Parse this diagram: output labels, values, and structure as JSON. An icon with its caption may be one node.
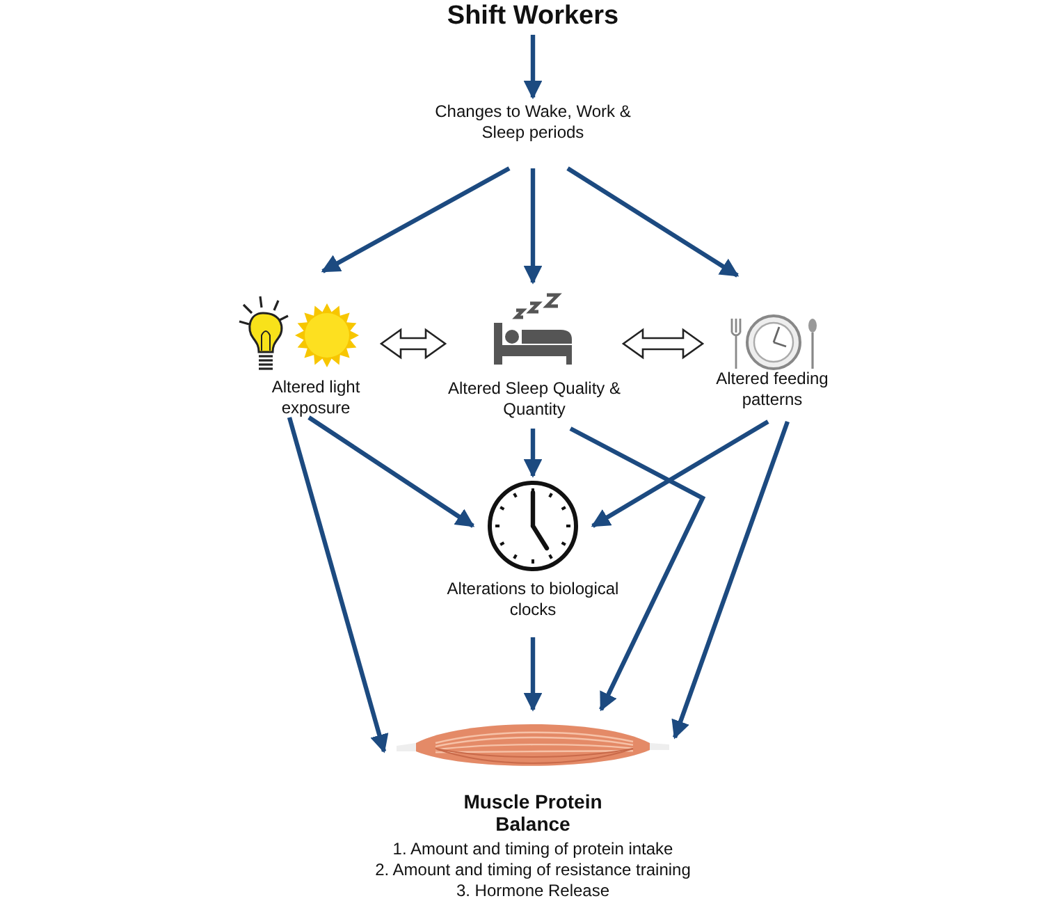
{
  "diagram": {
    "nodes": [
      {
        "text": [
          "Shift Workers"
        ]
      },
      {
        "text": [
          "Changes to Wake, Work & Sleep periods"
        ]
      },
      {
        "text": [
          "Altered light exposure"
        ]
      },
      {
        "text": [
          "Altered Sleep Quality & Quantity"
        ]
      },
      {
        "text": [
          "Altered feeding patterns"
        ]
      },
      {
        "text": [
          "Alterations to biological clocks"
        ]
      },
      {
        "text": [
          "Muscle Protein Balance",
          "1. Amount and timing of protein intake",
          "2. Amount and timing of resistance training",
          "3. Hormone Release"
        ]
      }
    ],
    "edges": [
      {
        "from": 0,
        "to": 1,
        "arrow": "to"
      },
      {
        "from": 1,
        "to": 2,
        "arrow": "to"
      },
      {
        "from": 1,
        "to": 3,
        "arrow": "to"
      },
      {
        "from": 1,
        "to": 4,
        "arrow": "to"
      },
      {
        "from": 2,
        "to": 3,
        "arrow": "both"
      },
      {
        "from": 3,
        "to": 4,
        "arrow": "both"
      },
      {
        "from": 2,
        "to": 5,
        "arrow": "to"
      },
      {
        "from": 3,
        "to": 5,
        "arrow": "to"
      },
      {
        "from": 4,
        "to": 5,
        "arrow": "to"
      },
      {
        "from": 2,
        "to": 6,
        "arrow": "to"
      },
      {
        "from": 3,
        "to": 6,
        "arrow": "to"
      },
      {
        "from": 4,
        "to": 6,
        "arrow": "to"
      },
      {
        "from": 5,
        "to": 6,
        "arrow": "to"
      }
    ]
  }
}
